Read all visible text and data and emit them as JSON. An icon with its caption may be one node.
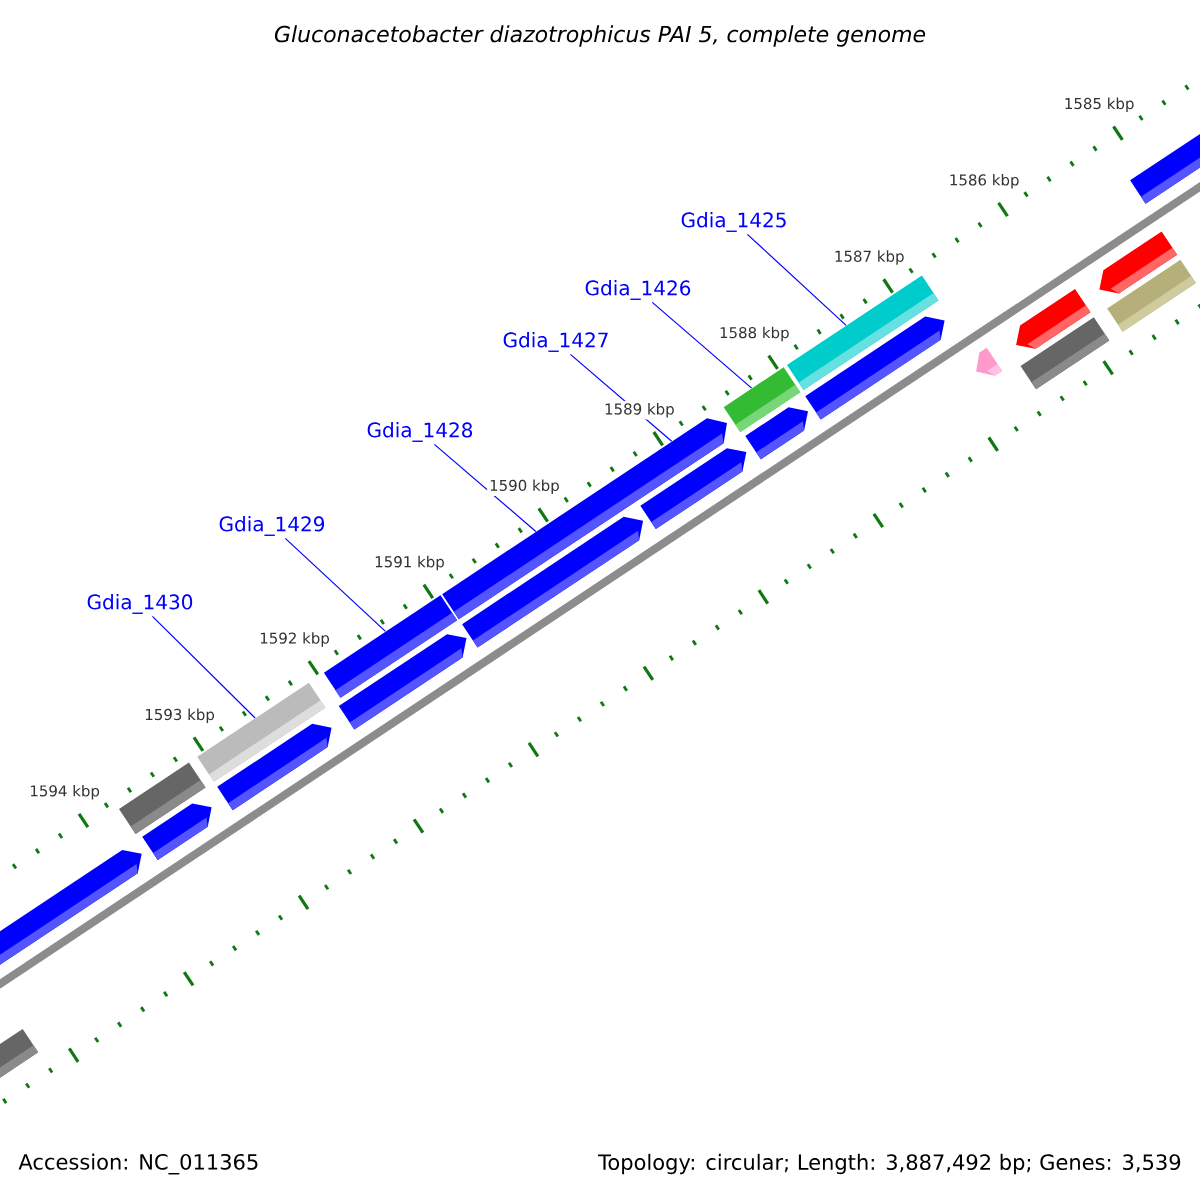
{
  "diagram": {
    "title": "Gluconacetobacter diazotrophicus PAI 5, complete genome",
    "nodes": [
      {
        "text": [
          "Gdia_1425"
        ]
      },
      {
        "text": [
          "Gdia_1426"
        ]
      },
      {
        "text": [
          "Gdia_1427"
        ]
      },
      {
        "text": [
          "Gdia_1428"
        ]
      },
      {
        "text": [
          "Gdia_1429"
        ]
      },
      {
        "text": [
          "Gdia_1430"
        ]
      },
      {
        "text": [],
        "shape": "box"
      },
      {
        "text": [],
        "shape": "box"
      },
      {
        "text": [],
        "shape": "bar"
      },
      {
        "text": [],
        "shape": "box"
      },
      {
        "text": [],
        "shape": "box"
      }
    ],
    "edges": [
      {
        "from": 0,
        "to": 10,
        "arrow": "none"
      },
      {
        "from": 1,
        "to": 9,
        "arrow": "none"
      },
      {
        "from": 2,
        "to": 8,
        "arrow": "none"
      },
      {
        "from": 3,
        "to": 8,
        "arrow": "none"
      },
      {
        "from": 4,
        "to": 7,
        "arrow": "none"
      },
      {
        "from": 5,
        "to": 6,
        "arrow": "none"
      }
    ],
    "labels": [
      "1585 kbp",
      "1586 kbp",
      "1587 kbp",
      "1588 kbp",
      "1589 kbp",
      "1590 kbp",
      "1591 kbp",
      "1592 kbp",
      "1593 kbp",
      "1594 kbp",
      "Accession: NC_011365",
      "Topology: circular; Length: 3,887,492 bp; Genes: 3,539"
    ]
  }
}
